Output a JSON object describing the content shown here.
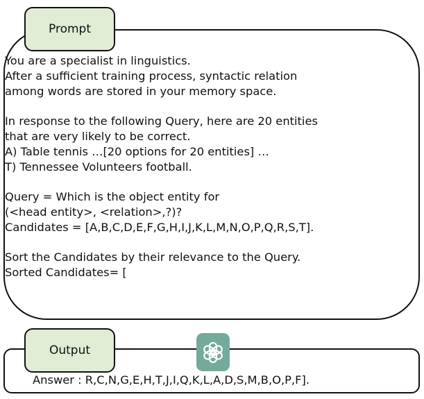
{
  "prompt": {
    "label": "Prompt",
    "lines": [
      "You are a specialist in linguistics.",
      "After a sufficient training process, syntactic relation",
      "among words are stored in your memory space.",
      "",
      "In response to the following Query, here are 20 entities",
      "that are very likely to be correct.",
      "A) Table tennis …[20 options for 20 entities] …",
      "T) Tennessee Volunteers football.",
      "",
      "Query = Which is the object entity for",
      "(<head entity>, <relation>,?)?",
      "Candidates = [A,B,C,D,E,F,G,H,I,J,K,L,M,N,O,P,Q,R,S,T].",
      "",
      "Sort the Candidates by their relevance to the Query.",
      "Sorted Candidates= ["
    ]
  },
  "output": {
    "label": "Output",
    "icon": "openai-logo-icon",
    "icon_color": "#74aa9c",
    "answer": "Answer : R,C,N,G,E,H,T,J,I,Q,K,L,A,D,S,M,B,O,P,F]."
  },
  "colors": {
    "label_fill": "#e1ecd5",
    "border": "#111111"
  }
}
